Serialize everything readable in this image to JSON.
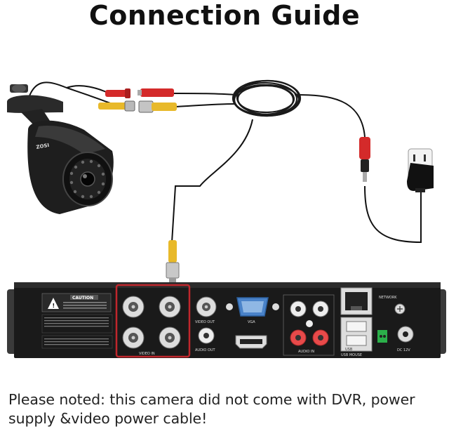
{
  "title": "Connection Guide",
  "note": "Please noted: this camera did not come with DVR, power supply &video power cable!",
  "camera": {
    "brand": "ZOSI"
  },
  "dvr": {
    "caution_title": "CAUTION",
    "port_labels": {
      "vga": "VGA",
      "network": "NETWORK",
      "video_in": "VIDEO IN",
      "video_out": "VIDEO OUT",
      "audio_out": "AUDIO OUT",
      "audio_in": "AUDIO IN",
      "dc": "DC 12V",
      "usb": "USB",
      "usb_mouse": "USB MOUSE"
    }
  },
  "colors": {
    "dvr_panel": "#1a1a1a",
    "highlight_box": "#c0262c",
    "bnc_plug": "#e8b92a",
    "power_plug": "#d42a2a",
    "cable": "#111111"
  },
  "icons": [
    "security-camera-icon",
    "power-adapter-icon",
    "wall-outlet-icon",
    "bnc-connector-icon",
    "dvr-icon"
  ]
}
